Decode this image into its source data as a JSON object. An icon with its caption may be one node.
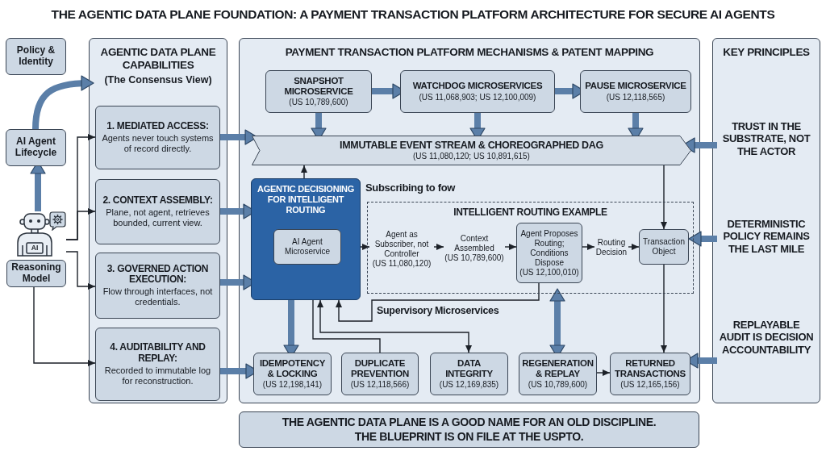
{
  "diagram": {
    "title": "THE AGENTIC DATA PLANE FOUNDATION: A PAYMENT TRANSACTION PLATFORM ARCHITECTURE FOR SECURE AI AGENTS",
    "nodes": [
      {
        "text": [
          "Policy & Identity"
        ]
      },
      {
        "text": [
          "AGENTIC DATA PLANE CAPABILITIES",
          "(The Consensus View)"
        ]
      },
      {
        "text": [
          "1. MEDIATED ACCESS:",
          "Agents never touch systems of record directly."
        ],
        "in": 1
      },
      {
        "text": [
          "2. CONTEXT ASSEMBLY:",
          "Plane, not agent, retrieves bounded, current view."
        ],
        "in": 1
      },
      {
        "text": [
          "3. GOVERNED ACTION EXECUTION:",
          "Flow through interfaces, not credentials."
        ],
        "in": 1
      },
      {
        "text": [
          "4. AUDITABILITY AND REPLAY:",
          "Recorded to immutable log for reconstruction."
        ],
        "in": 1
      },
      {
        "text": [
          "AI Agent Lifecycle"
        ]
      },
      {
        "text": [
          "AI"
        ]
      },
      {
        "text": [
          "Reasoning Model"
        ]
      },
      {
        "text": [
          "PAYMENT TRANSACTION PLATFORM MECHANISMS & PATENT MAPPING"
        ]
      },
      {
        "text": [
          "SNAPSHOT MICROSERVICE",
          "(US 10,789,600)"
        ],
        "in": 9
      },
      {
        "text": [
          "WATCHDOG MICROSERVICES",
          "(US 11,068,903; US 12,100,009)"
        ],
        "in": 9
      },
      {
        "text": [
          "PAUSE MICROSERVICE",
          "(US 12,118,565)"
        ],
        "in": 9
      },
      {
        "text": [
          "IMMUTABLE EVENT STREAM & CHOREOGRAPHED DAG",
          "(US 11,080,120; US 10,891,615)"
        ],
        "in": 9
      },
      {
        "text": [
          "AGENTIC DECISIONING FOR INTELLIGENT ROUTING"
        ],
        "in": 9
      },
      {
        "text": [
          "AI Agent Microservice"
        ],
        "in": 14
      },
      {
        "text": [
          "INTELLIGENT ROUTING EXAMPLE"
        ],
        "in": 9
      },
      {
        "text": [
          "Agent as Subscriber, not Controller",
          "(US 11,080,120)"
        ],
        "in": 16
      },
      {
        "text": [
          "Context Assembled",
          "(US 10,789,600)"
        ],
        "in": 16
      },
      {
        "text": [
          "Agent Proposes Routing; Conditions Dispose",
          "(US 12,100,010)"
        ],
        "in": 16
      },
      {
        "text": [
          "Routing Decision"
        ],
        "in": 16
      },
      {
        "text": [
          "Transaction Object"
        ],
        "in": 16
      },
      {
        "text": [
          "IDEMPOTENCY & LOCKING",
          "(US 12,198,141)"
        ],
        "in": 9
      },
      {
        "text": [
          "DUPLICATE PREVENTION",
          "(US 12,118,566)"
        ],
        "in": 9
      },
      {
        "text": [
          "DATA INTEGRITY",
          "(US 12,169,835)"
        ],
        "in": 9
      },
      {
        "text": [
          "REGENERATION & REPLAY",
          "(US 10,789,600)"
        ],
        "in": 9
      },
      {
        "text": [
          "RETURNED TRANSACTIONS",
          "(US 12,165,156)"
        ],
        "in": 9
      },
      {
        "text": [
          "KEY PRINCIPLES"
        ]
      },
      {
        "text": [
          "TRUST IN THE SUBSTRATE, NOT THE ACTOR"
        ],
        "in": 27
      },
      {
        "text": [
          "DETERMINISTIC POLICY REMAINS THE LAST MILE"
        ],
        "in": 27
      },
      {
        "text": [
          "REPLAYABLE AUDIT IS DECISION ACCOUNTABILITY"
        ],
        "in": 27
      },
      {
        "text": [
          "THE AGENTIC DATA PLANE IS A GOOD NAME FOR AN OLD DISCIPLINE.",
          "THE BLUEPRINT IS ON FILE AT THE USPTO."
        ]
      }
    ],
    "edges": [
      {
        "from": 7,
        "to": 6,
        "arrow": "to",
        "style": "thick"
      },
      {
        "from": 6,
        "to": 1,
        "arrow": "to",
        "style": "thick"
      },
      {
        "from": 7,
        "to": 2,
        "arrow": "to",
        "color": "#1c2128"
      },
      {
        "from": 7,
        "to": 3,
        "arrow": "to",
        "color": "#1c2128"
      },
      {
        "from": 7,
        "to": 4,
        "arrow": "to",
        "color": "#1c2128"
      },
      {
        "from": 8,
        "to": 5,
        "arrow": "to",
        "color": "#1c2128"
      },
      {
        "from": 2,
        "to": 13,
        "arrow": "to",
        "style": "thick"
      },
      {
        "from": 3,
        "to": 14,
        "arrow": "to",
        "style": "thick"
      },
      {
        "from": 4,
        "to": 14,
        "arrow": "to",
        "style": "thick"
      },
      {
        "from": 5,
        "to": 22,
        "arrow": "to",
        "style": "thick"
      },
      {
        "from": 10,
        "to": 11,
        "arrow": "to",
        "style": "thick"
      },
      {
        "from": 11,
        "to": 12,
        "arrow": "to",
        "style": "thick"
      },
      {
        "from": 10,
        "to": 13,
        "arrow": "to",
        "style": "thick"
      },
      {
        "from": 11,
        "to": 13,
        "arrow": "to",
        "style": "thick"
      },
      {
        "from": 12,
        "to": 13,
        "arrow": "to",
        "style": "thick"
      },
      {
        "from": 14,
        "to": 13,
        "arrow": "to",
        "color": "#1c2128"
      },
      {
        "from": 15,
        "to": 17,
        "arrow": "to",
        "color": "#1c2128"
      },
      {
        "from": 17,
        "to": 18,
        "arrow": "to",
        "color": "#1c2128"
      },
      {
        "from": 18,
        "to": 19,
        "arrow": "to",
        "color": "#1c2128"
      },
      {
        "from": 19,
        "to": 20,
        "arrow": "to",
        "color": "#1c2128"
      },
      {
        "from": 20,
        "to": 21,
        "arrow": "to",
        "color": "#1c2128"
      },
      {
        "from": 13,
        "to": 21,
        "arrow": "to",
        "color": "#1c2128"
      },
      {
        "from": 21,
        "to": 26,
        "arrow": "to",
        "color": "#1c2128"
      },
      {
        "from": 25,
        "to": 26,
        "arrow": "to",
        "color": "#1c2128"
      },
      {
        "from": 16,
        "to": 25,
        "arrow": "both",
        "style": "thick"
      },
      {
        "from": 14,
        "to": 22,
        "arrow": "to",
        "style": "thick"
      },
      {
        "from": 23,
        "to": 14,
        "arrow": "none",
        "color": "#1c2128"
      },
      {
        "from": 14,
        "to": 24,
        "arrow": "both",
        "color": "#1c2128"
      },
      {
        "from": 19,
        "to": 14,
        "arrow": "to",
        "label": "Supervisory Microservices",
        "color": "#1c2128"
      },
      {
        "from": 28,
        "to": 13,
        "arrow": "to",
        "style": "thick"
      },
      {
        "from": 29,
        "to": 16,
        "arrow": "to",
        "style": "thick"
      },
      {
        "from": 30,
        "to": 26,
        "arrow": "to",
        "style": "thick"
      }
    ],
    "labels": [
      "Subscribing to fow"
    ]
  }
}
